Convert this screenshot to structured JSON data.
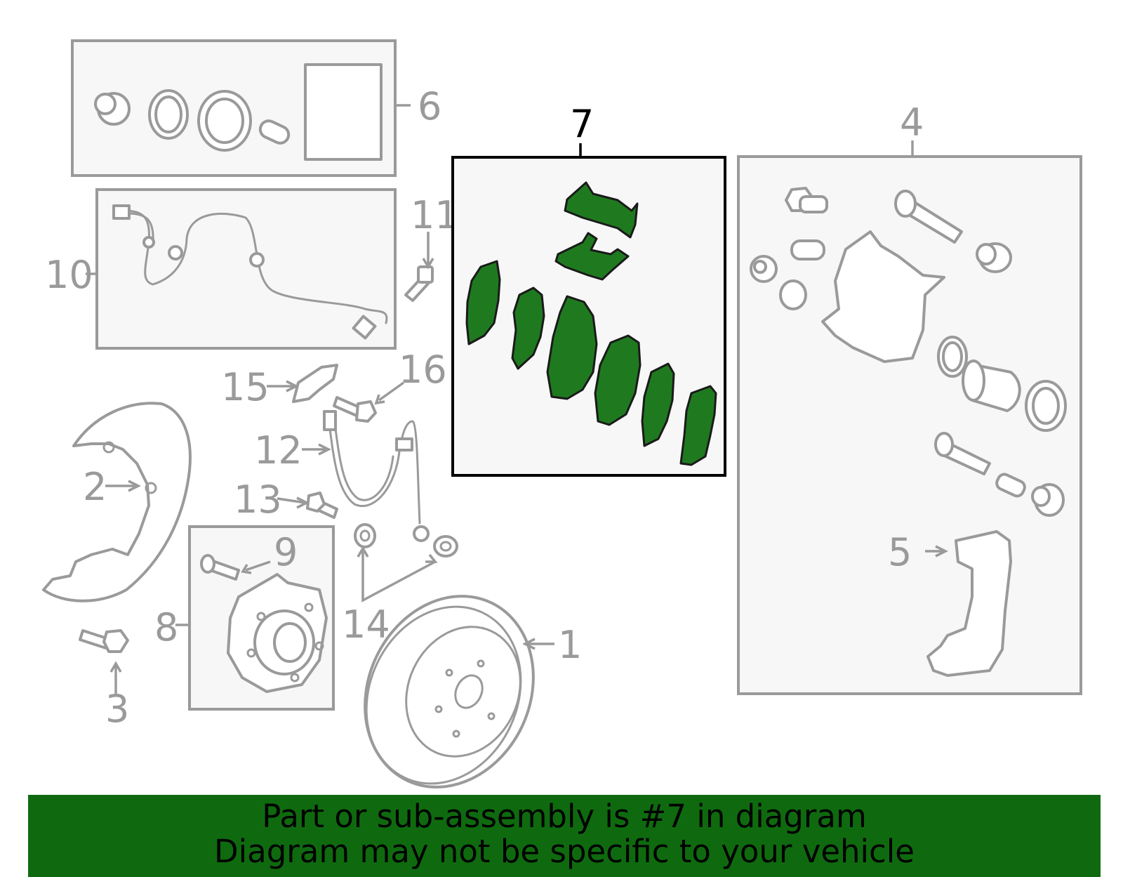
{
  "colors": {
    "highlight": "#1f7a1f",
    "banner": "#0f6a0f",
    "line": "#9a9a9a"
  },
  "callouts": {
    "c1": "1",
    "c2": "2",
    "c3": "3",
    "c4": "4",
    "c5": "5",
    "c6": "6",
    "c7": "7",
    "c8": "8",
    "c9": "9",
    "c10": "10",
    "c11": "11",
    "c12": "12",
    "c13": "13",
    "c14": "14",
    "c15": "15",
    "c16": "16"
  },
  "banner": {
    "line1": "Part or sub-assembly is #7 in diagram",
    "line2": "Diagram may not be specific to your vehicle"
  }
}
